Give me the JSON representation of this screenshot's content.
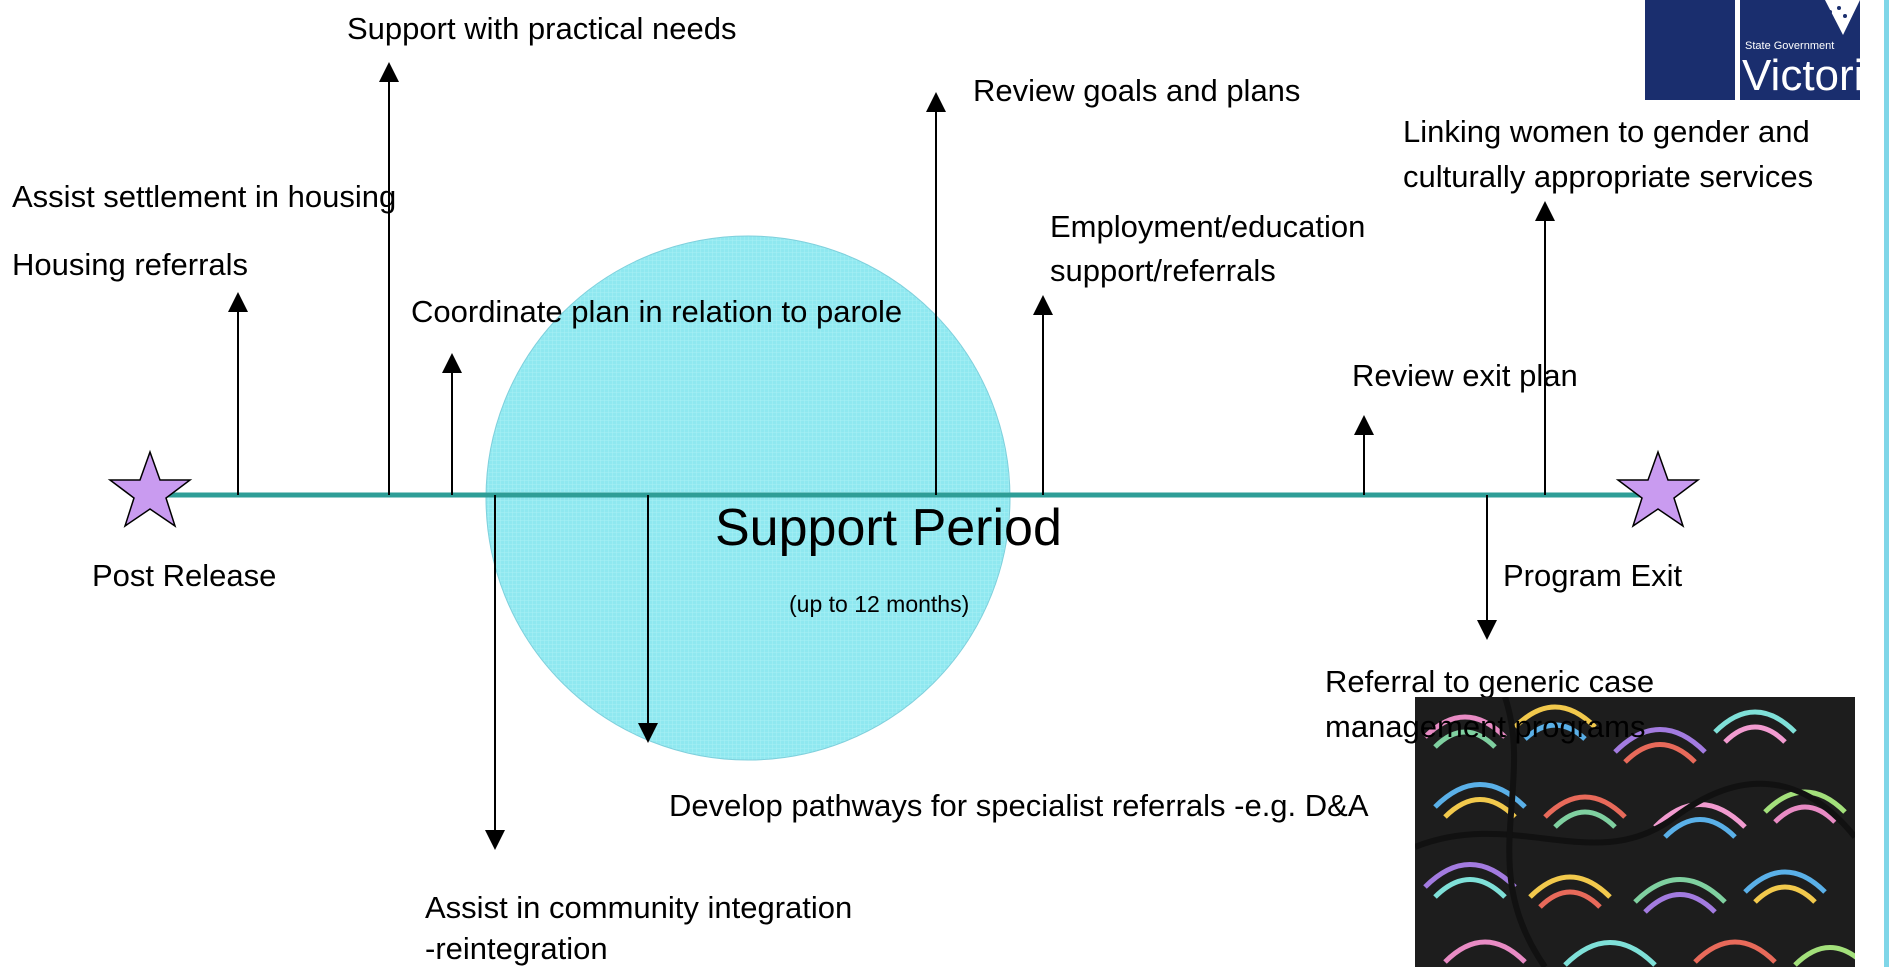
{
  "diagram": {
    "title": "Support Period",
    "subtitle": "(up to 12 months)",
    "start_label": "Post Release",
    "end_label": "Program Exit",
    "labels": {
      "support_practical": "Support with practical needs",
      "review_goals": "Review goals and plans",
      "assist_settlement": "Assist settlement in housing",
      "housing_referrals": "Housing referrals",
      "coordinate_parole": "Coordinate plan in relation to parole",
      "employment_line1": "Employment/education",
      "employment_line2": "support/referrals",
      "linking_line1": "Linking women to gender and",
      "linking_line2": "culturally appropriate services",
      "review_exit": "Review exit plan",
      "referral_line1": "Referral to generic case",
      "referral_line2": "management programs",
      "develop_pathways": "Develop pathways for specialist referrals -e.g. D&A",
      "community_line1": "Assist in community integration",
      "community_line2": "-reintegration"
    },
    "colors": {
      "circle_fill": "#8fe8f0",
      "timeline": "#2e9e97",
      "star_fill": "#c99bf0",
      "arrow": "#000000",
      "logo_bg": "#1a2e6e",
      "border": "#7fd6e8"
    }
  },
  "logo": {
    "brand": "Victoria",
    "tagline": "State Government",
    "icon": "victoria-map-icon"
  },
  "decoration": {
    "icon": "abstract-artwork-icon"
  }
}
